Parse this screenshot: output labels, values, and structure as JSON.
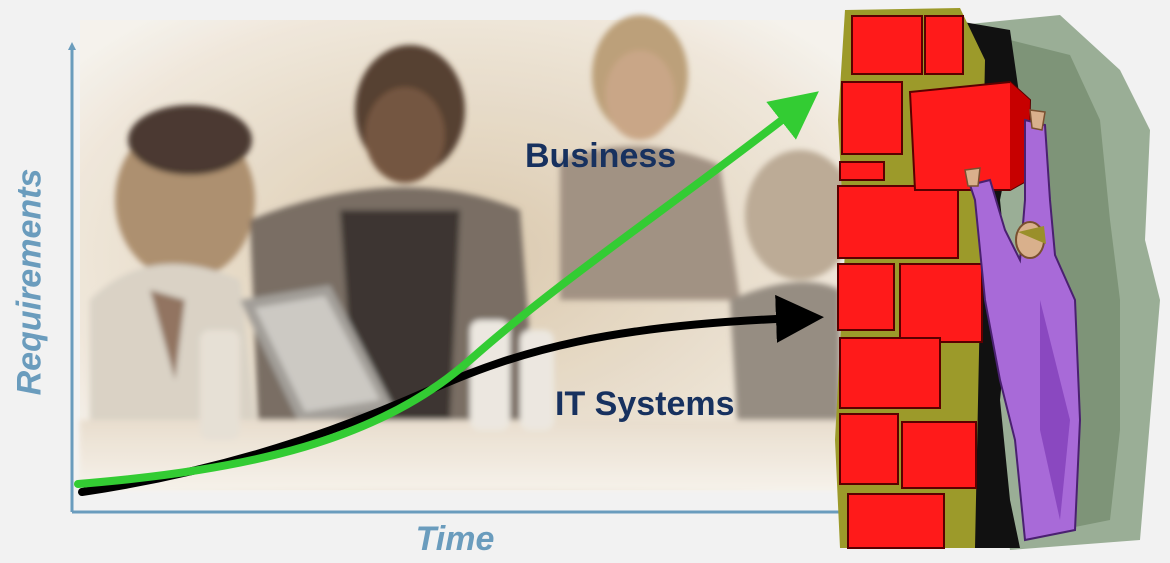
{
  "axes": {
    "y_label": "Requirements",
    "x_label": "Time"
  },
  "curves": {
    "business": {
      "label": "Business",
      "color": "#33cc33"
    },
    "it_systems": {
      "label": "IT Systems",
      "color": "#000000"
    }
  },
  "background_photo": {
    "description_icon": "business-meeting-photo"
  },
  "wall": {
    "brick_color": "#ff1a1a",
    "mortar_color": "#9c9a2a",
    "icon": "brick-wall-icon"
  },
  "figure": {
    "icon": "person-pushing-brick-icon",
    "robe_color": "#a86ad8"
  }
}
